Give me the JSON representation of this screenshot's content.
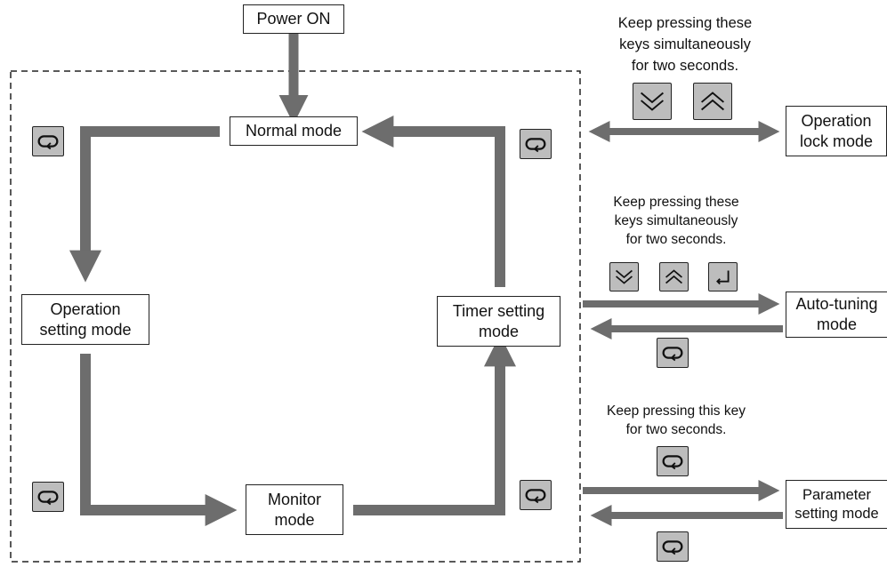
{
  "colors": {
    "arrow": "#6d6d6d",
    "key_fill": "#bdbdbd",
    "line": "#222222"
  },
  "nodes": {
    "power_on": "Power ON",
    "normal_mode": "Normal mode",
    "operation_setting_mode": [
      "Operation",
      "setting mode"
    ],
    "timer_setting_mode": [
      "Timer setting",
      "mode"
    ],
    "monitor_mode": [
      "Monitor",
      "mode"
    ],
    "operation_lock_mode": [
      "Operation",
      "lock mode"
    ],
    "auto_tuning_mode": [
      "Auto-tuning",
      "mode"
    ],
    "parameter_setting_mode": [
      "Parameter",
      "setting mode"
    ]
  },
  "notes": {
    "lock_keys": [
      "Keep pressing these",
      "keys simultaneously",
      "for two seconds."
    ],
    "autotune_keys": [
      "Keep pressing these",
      "keys simultaneously",
      "for two seconds."
    ],
    "param_key": [
      "Keep pressing this key",
      "for two seconds."
    ]
  },
  "keys": {
    "mode_key_icon": "cycle-mode-icon",
    "down_key_icon": "double-chevron-down-icon",
    "up_key_icon": "double-chevron-up-icon",
    "enter_key_icon": "enter-icon"
  }
}
